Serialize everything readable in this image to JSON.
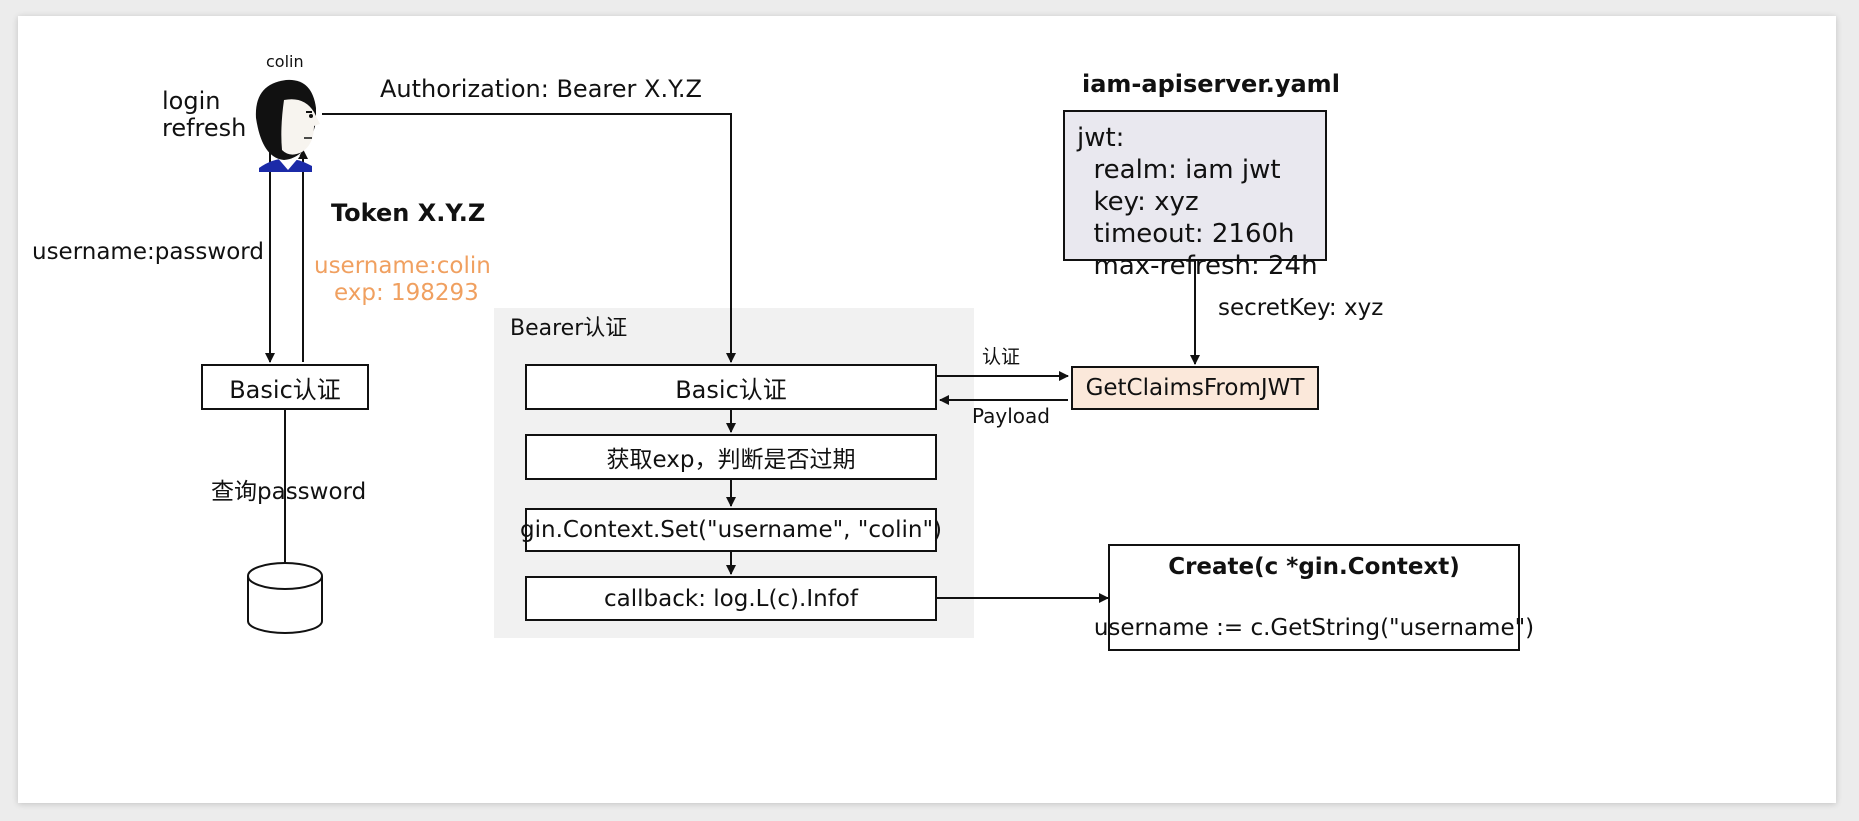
{
  "user": {
    "name": "colin",
    "actions": [
      "login",
      "refresh"
    ]
  },
  "labels": {
    "authorization": "Authorization: Bearer X.Y.Z",
    "token_title": "Token X.Y.Z",
    "token_username": "username:colin",
    "token_exp": "exp: 198293",
    "credentials": "username:password",
    "query_password": "查询password",
    "secret_key": "secretKey: xyz",
    "auth_arrow": "认证",
    "payload_arrow": "Payload"
  },
  "basic_auth_left": "Basic认证",
  "bearer_region": {
    "title": "Bearer认证",
    "steps": [
      "Basic认证",
      "获取exp，判断是否过期",
      "gin.Context.Set(\"username\", \"colin\")",
      "callback: log.L(c).Infof"
    ]
  },
  "config": {
    "filename": "iam-apiserver.yaml",
    "lines": [
      "jwt:",
      "  realm: iam jwt",
      "  key: xyz",
      "  timeout: 2160h",
      "  max-refresh: 24h"
    ]
  },
  "claims_func": "GetClaimsFromJWT",
  "create_handler": {
    "signature": "Create(c *gin.Context)",
    "body": "username := c.GetString(\"username\")"
  },
  "colors": {
    "token_text": "#f0a060",
    "claims_fill": "#fbe8da",
    "config_fill": "#e9e8ef",
    "region_fill": "#f1f1f1"
  }
}
